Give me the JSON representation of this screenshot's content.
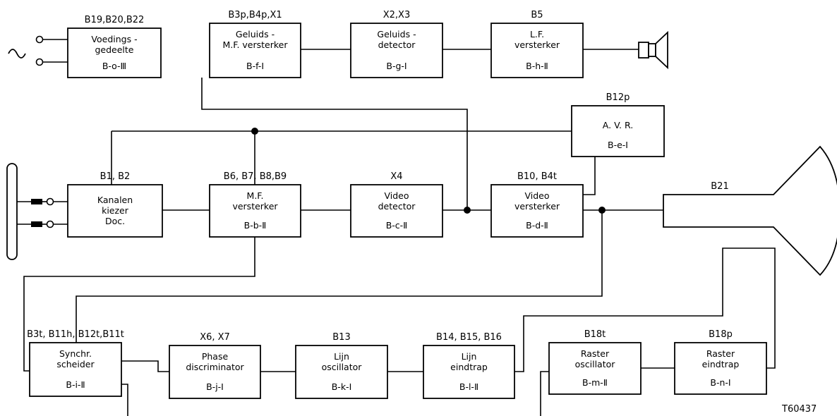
{
  "figure_code": "T60437",
  "crt_label": "B21",
  "blocks": [
    {
      "id": "voeding",
      "refs": "B19,B20,B22",
      "lines": [
        "Voedings -",
        "gedeelte"
      ],
      "code": "B-o-Ⅲ"
    },
    {
      "id": "geluid-mf",
      "refs": "B3p,B4p,X1",
      "lines": [
        "Geluids -",
        "M.F. versterker"
      ],
      "code": "B-f-I"
    },
    {
      "id": "geluid-det",
      "refs": "X2,X3",
      "lines": [
        "Geluids -",
        "detector"
      ],
      "code": "B-g-I"
    },
    {
      "id": "lf",
      "refs": "B5",
      "lines": [
        "L.F.",
        "versterker"
      ],
      "code": "B-h-Ⅱ"
    },
    {
      "id": "avr",
      "refs": "B12p",
      "lines": [
        "A. V. R."
      ],
      "code": "B-e-I"
    },
    {
      "id": "kanalen",
      "refs": "B1,    B2",
      "lines": [
        "Kanalen",
        "kiezer",
        "Doc."
      ],
      "code": ""
    },
    {
      "id": "mf",
      "refs": "B6, B7,   B8,B9",
      "lines": [
        "M.F.",
        "versterker"
      ],
      "code": "B-b-Ⅱ"
    },
    {
      "id": "video-det",
      "refs": "X4",
      "lines": [
        "Video",
        "detector"
      ],
      "code": "B-c-Ⅱ"
    },
    {
      "id": "video-vst",
      "refs": "B10, B4t",
      "lines": [
        "Video",
        "versterker"
      ],
      "code": "B-d-Ⅱ"
    },
    {
      "id": "synchr",
      "refs": "B3t, B11h,  B12t,B11t",
      "lines": [
        "Synchr.",
        "scheider"
      ],
      "code": "B-i-Ⅱ"
    },
    {
      "id": "phase",
      "refs": "X6, X7",
      "lines": [
        "Phase",
        "discriminator"
      ],
      "code": "B-j-I"
    },
    {
      "id": "lijn-osc",
      "refs": "B13",
      "lines": [
        "Lijn",
        "oscillator"
      ],
      "code": "B-k-I"
    },
    {
      "id": "lijn-eind",
      "refs": "B14, B15, B16",
      "lines": [
        "Lijn",
        "eindtrap"
      ],
      "code": "B-l-Ⅱ"
    },
    {
      "id": "raster-osc",
      "refs": "B18t",
      "lines": [
        "Raster",
        "oscillator"
      ],
      "code": "B-m-Ⅱ"
    },
    {
      "id": "raster-eind",
      "refs": "B18p",
      "lines": [
        "Raster",
        "eindtrap"
      ],
      "code": "B-n-I"
    }
  ]
}
